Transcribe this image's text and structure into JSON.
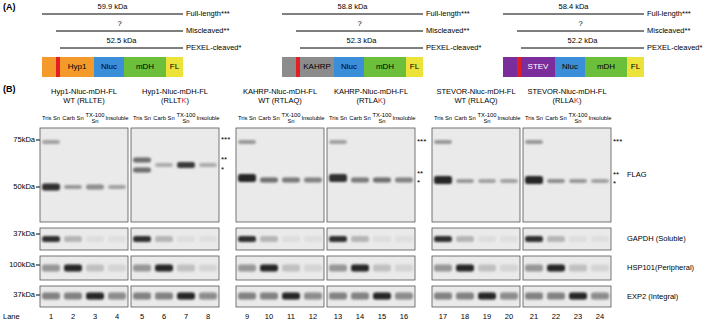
{
  "diagram": {
    "nodes": [
      {
        "text": [
          "Hyp1"
        ]
      },
      {
        "text": [
          "Nluc"
        ]
      },
      {
        "text": [
          "mDH"
        ]
      },
      {
        "text": [
          "FL"
        ]
      },
      {
        "text": [
          "KAHRP"
        ]
      },
      {
        "text": [
          "Nluc"
        ]
      },
      {
        "text": [
          "mDH"
        ]
      },
      {
        "text": [
          "FL"
        ]
      },
      {
        "text": [
          "STEV"
        ]
      },
      {
        "text": [
          "Nluc"
        ]
      },
      {
        "text": [
          "mDH"
        ]
      },
      {
        "text": [
          "FL"
        ]
      }
    ],
    "labels": [
      "(A)",
      "59.9 kDa",
      "Full-length***",
      "?",
      "Miscleaved**",
      "52.5 kDa",
      "PEXEL-cleaved*",
      "58.8 kDa",
      "Full-length***",
      "?",
      "Miscleaved**",
      "52.3 kDa",
      "PEXEL-cleaved*",
      "58.4 kDa",
      "Full-length***",
      "?",
      "Miscleaved**",
      "52.2 kDa",
      "PEXEL-cleaved*",
      "(B)",
      "Hyp1-Nluc-mDH-FL",
      "WT (RLLTE)",
      "Hyp1-Nluc-mDH-FL",
      "(RLLTK)",
      "KAHRP-Nluc-mDH-FL",
      "WT (RTLAQ)",
      "KAHRP-Nluc-mDH-FL",
      "(RTLAK)",
      "STEVOR-Nluc-mDH-FL",
      "WT (RLLAQ)",
      "STEVOR-Nluc-mDH-FL",
      "(RLLAK)",
      "Tris Sn",
      "Carb Sn",
      "TX-100 Sn",
      "Insoluble",
      "Tris Sn",
      "Carb Sn",
      "TX-100 Sn",
      "Insoluble",
      "Tris Sn",
      "Carb Sn",
      "TX-100 Sn",
      "Insoluble",
      "Tris Sn",
      "Carb Sn",
      "TX-100 Sn",
      "Insoluble",
      "Tris Sn",
      "Carb Sn",
      "TX-100 Sn",
      "Insoluble",
      "Tris Sn",
      "Carb Sn",
      "TX-100 Sn",
      "Insoluble",
      "75kDa",
      "50kDa",
      "37kDa",
      "100kDa",
      "37kDa",
      "***",
      "**",
      "*",
      "***",
      "**",
      "*",
      "***",
      "**",
      "*",
      "FLAG",
      "GAPDH (Soluble)",
      "HSP101(Peripheral)",
      "EXP2 (Integral)",
      "Lane",
      "1",
      "2",
      "3",
      "4",
      "5",
      "6",
      "7",
      "8",
      "9",
      "10",
      "11",
      "12",
      "13",
      "14",
      "15",
      "16",
      "17",
      "18",
      "19",
      "20",
      "21",
      "22",
      "23",
      "24"
    ]
  }
}
